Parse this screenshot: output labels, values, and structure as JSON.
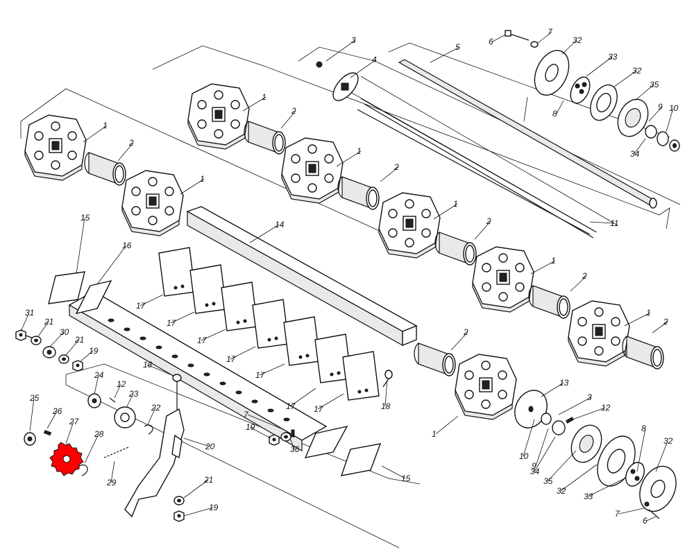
{
  "diagram": {
    "highlight_color": "#ff0000",
    "line_color": "#111111",
    "background": "#ffffff",
    "labels": {
      "p1a": "1",
      "p2a": "2",
      "p1b": "1",
      "p1c": "1",
      "p2b": "2",
      "p1d": "1",
      "p2c": "2",
      "p1e": "1",
      "p2d": "2",
      "p1f": "1",
      "p2e": "2",
      "p1g": "1",
      "p2f": "2",
      "p1h": "1",
      "p2g": "2",
      "p3a": "3",
      "p4": "4",
      "p5": "5",
      "p6a": "6",
      "p7a": "7",
      "p32a": "32",
      "p33a": "33",
      "p32b": "32",
      "p35a": "35",
      "p8a": "8",
      "p9a": "9",
      "p10a": "10",
      "p34a": "34",
      "p11": "11",
      "p14": "14",
      "p15a": "15",
      "p16": "16",
      "p17a": "17",
      "p17b": "17",
      "p17c": "17",
      "p17d": "17",
      "p17e": "17",
      "p17f": "17",
      "p17g": "17",
      "p31": "31",
      "p21a": "21",
      "p30": "30",
      "p21b": "21",
      "p19a": "19",
      "p18a": "18",
      "p18b": "18",
      "p24": "24",
      "p12a": "12",
      "p23": "23",
      "p22": "22",
      "p25": "25",
      "p26": "26",
      "p27": "27",
      "p28": "28",
      "p29": "29",
      "p20": "20",
      "p21c": "21",
      "p19b": "19",
      "p7b": "7",
      "p19c": "19",
      "p36": "36",
      "p15b": "15",
      "p13": "13",
      "p3b": "3",
      "p12b": "12",
      "p10b": "10",
      "p9b": "9",
      "p34b": "34",
      "p35b": "35",
      "p32c": "32",
      "p33b": "33",
      "p8b": "8",
      "p32d": "32",
      "p7c": "7",
      "p6b": "6"
    }
  }
}
